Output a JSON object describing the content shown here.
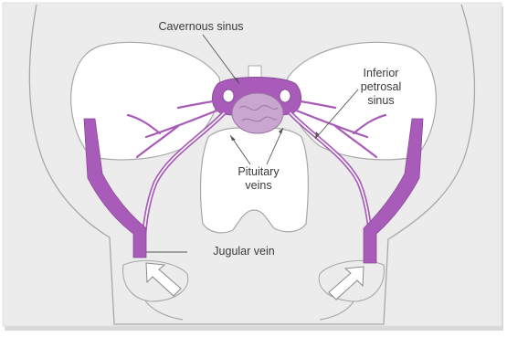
{
  "labels": {
    "cavernous_sinus": "Cavernous sinus",
    "inferior_petrosal_sinus": [
      "Inferior",
      "petrosal",
      "sinus"
    ],
    "pituitary_veins": [
      "Pituitary",
      "veins"
    ],
    "jugular_vein": "Jugular vein"
  },
  "colors": {
    "vein": "#a85bb8",
    "gland": "#c9a6cf",
    "outline": "#9a9a9a",
    "background_tissue": "#ececec",
    "arrow_fill": "#ffffff"
  }
}
